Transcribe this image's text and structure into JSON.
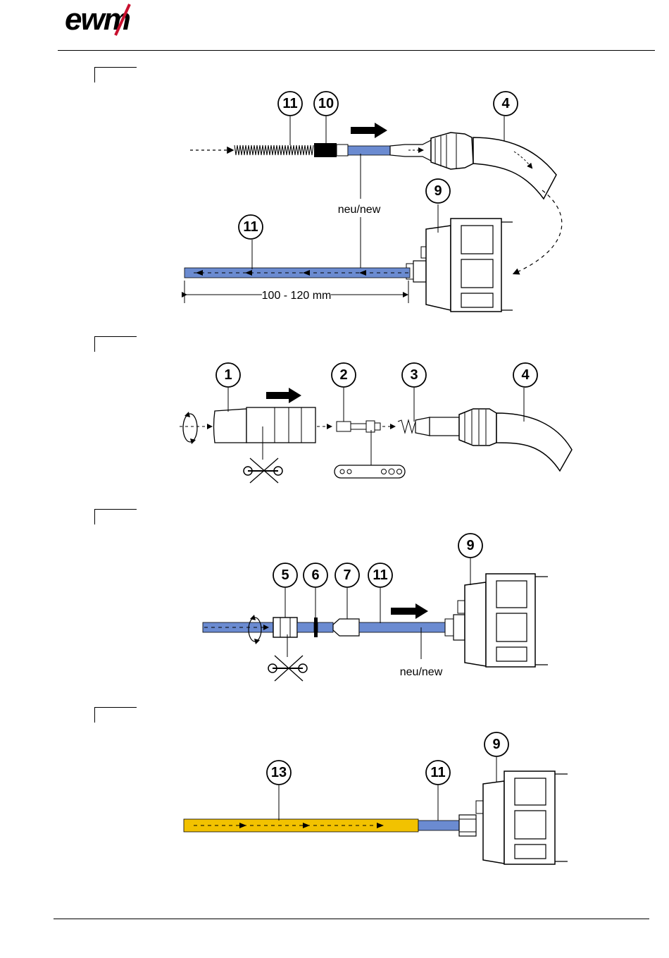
{
  "header": {
    "logo_text": "ewm"
  },
  "colors": {
    "liner_blue": "#6b8bd1",
    "liner_orange": "#f2c200",
    "ink": "#000000"
  },
  "figures": [
    {
      "id": "fig1",
      "callouts": [
        "11",
        "10",
        "4",
        "9",
        "11"
      ],
      "labels": {
        "new_part": "neu/new",
        "dimension": "100 - 120 mm"
      }
    },
    {
      "id": "fig2",
      "callouts": [
        "1",
        "2",
        "3",
        "4"
      ]
    },
    {
      "id": "fig3",
      "callouts": [
        "5",
        "6",
        "7",
        "11",
        "9"
      ],
      "labels": {
        "new_part": "neu/new"
      }
    },
    {
      "id": "fig4",
      "callouts": [
        "13",
        "11",
        "9"
      ]
    }
  ]
}
